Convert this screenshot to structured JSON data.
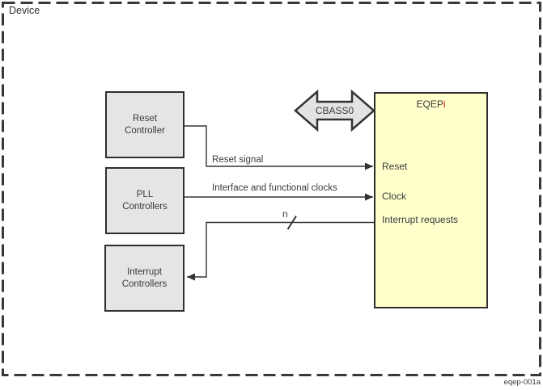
{
  "device_label": "Device",
  "figure_id": "eqep-001a",
  "blocks": {
    "reset_controller": {
      "line1": "Reset",
      "line2": "Controller"
    },
    "pll_controllers": {
      "line1": "PLL",
      "line2": "Controllers"
    },
    "interrupt_controllers": {
      "line1": "Interrupt",
      "line2": "Controllers"
    },
    "eqep": {
      "title_prefix": "EQEP",
      "title_suffix": "i",
      "ports": {
        "reset": "Reset",
        "clock": "Clock",
        "interrupts": "Interrupt requests"
      }
    }
  },
  "bus_label": "CBASS0",
  "signals": {
    "reset": "Reset signal",
    "clocks": "Interface and functional clocks",
    "bus_width": "n"
  },
  "colors": {
    "block_fill": "#e5e5e5",
    "eqep_fill": "#ffffcc",
    "bus_fill": "#e3e3e3",
    "line": "#333333",
    "border": "#2e2e2e",
    "accent_red": "#ee0000"
  }
}
